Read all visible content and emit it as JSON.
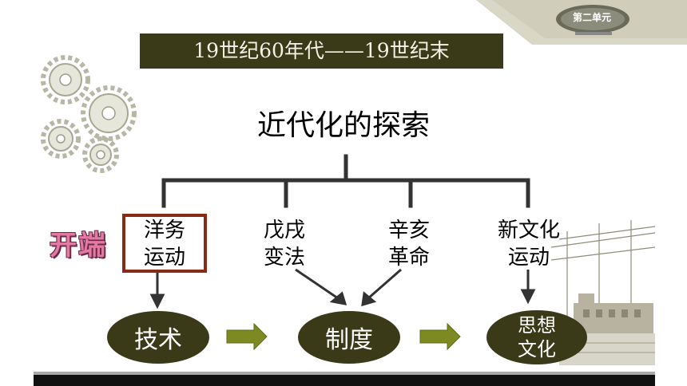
{
  "header": {
    "era_banner": "19世纪60年代——19世纪末",
    "unit_label": "第二单元"
  },
  "diagram": {
    "title": "近代化的探索",
    "start_label": "开端",
    "events": [
      {
        "label": "洋务\n运动"
      },
      {
        "label": "戊戌\n变法"
      },
      {
        "label": "辛亥\n革命"
      },
      {
        "label": "新文化\n运动"
      }
    ],
    "levels": [
      {
        "label": "技术"
      },
      {
        "label": "制度"
      },
      {
        "label": "思想\n文化"
      }
    ]
  },
  "colors": {
    "dark_olive": "#3a3a18",
    "arrow_green": "#7d8a22",
    "connector": "#333333",
    "highlight_border": "#8a2a12",
    "start_label_pink": "#e37aa2"
  },
  "icons": [
    "gear-cluster-icon",
    "railway-scene-image",
    "unit-badge-icon"
  ]
}
